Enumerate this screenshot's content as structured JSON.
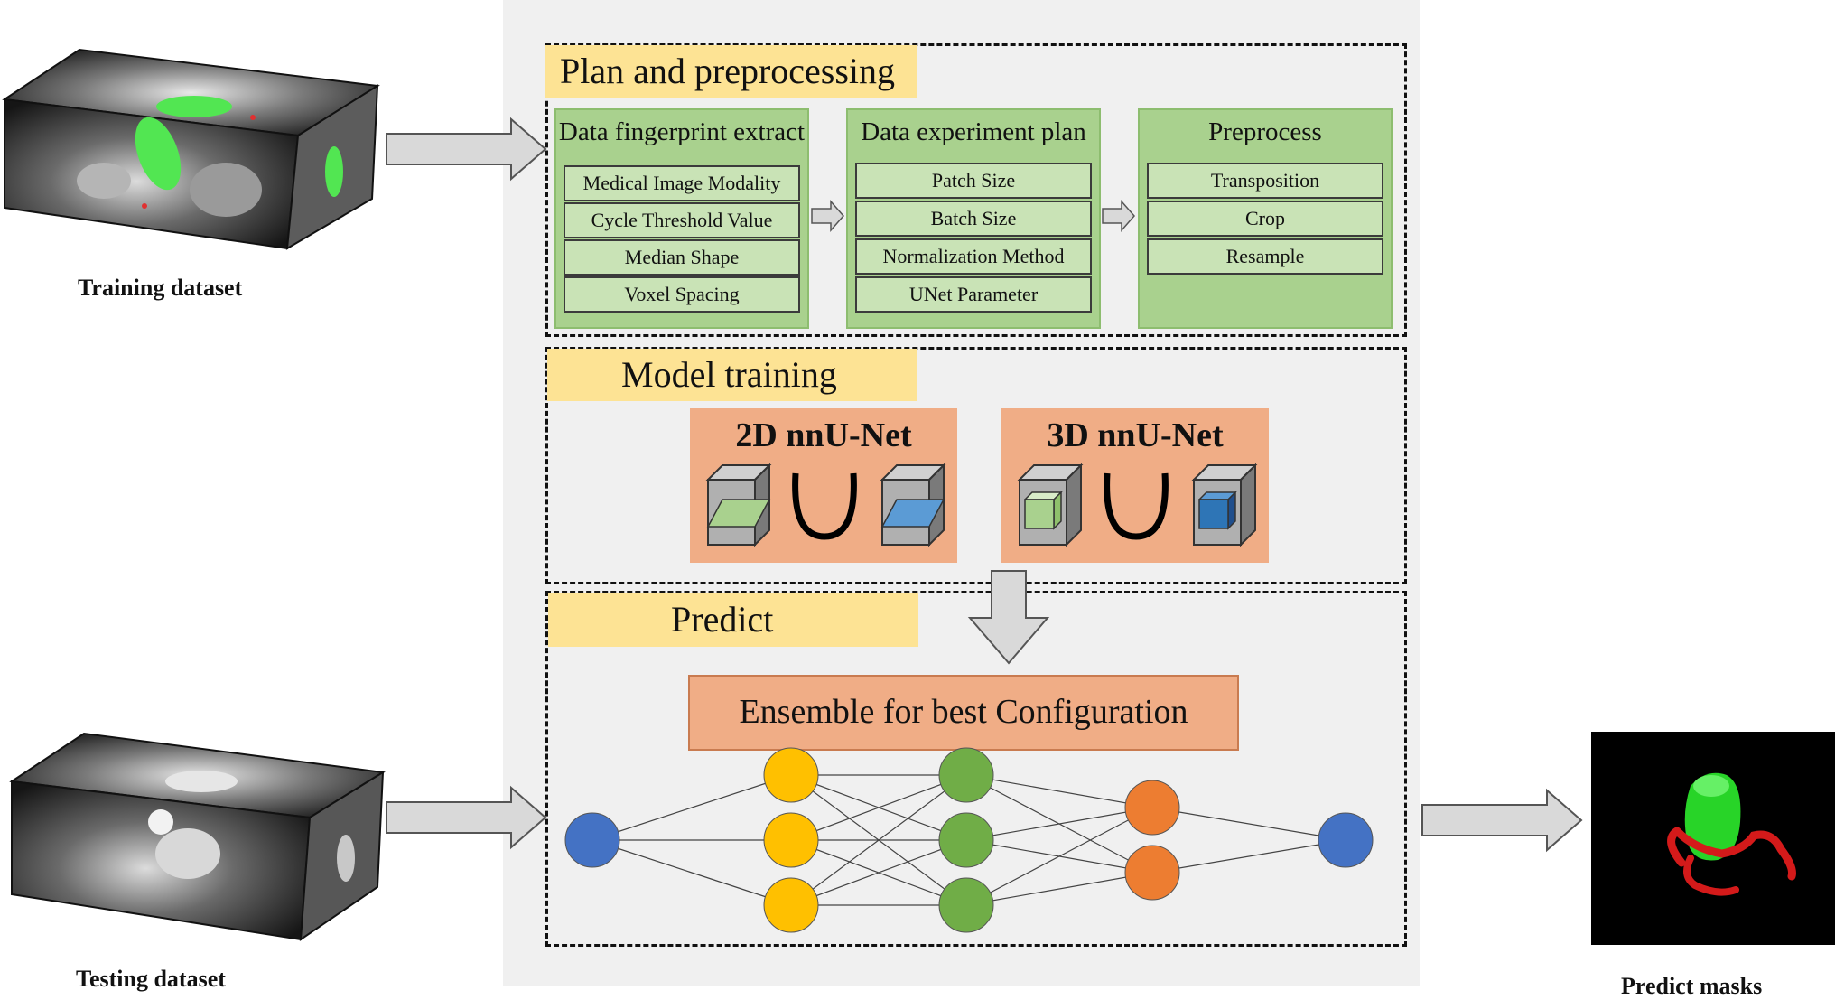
{
  "inputs": {
    "training_label": "Training dataset",
    "testing_label": "Testing dataset",
    "output_label": "Predict masks"
  },
  "plan": {
    "title": "Plan and preprocessing",
    "fingerprint": {
      "title": "Data fingerprint extract",
      "items": [
        "Medical Image Modality",
        "Cycle Threshold Value",
        "Median Shape",
        "Voxel Spacing"
      ]
    },
    "experiment": {
      "title": "Data experiment plan",
      "items": [
        "Patch Size",
        "Batch Size",
        "Normalization Method",
        "UNet Parameter"
      ]
    },
    "preprocess": {
      "title": "Preprocess",
      "items": [
        "Transposition",
        "Crop",
        "Resample"
      ]
    }
  },
  "training": {
    "title": "Model training",
    "net2d": "2D nnU-Net",
    "net3d": "3D nnU-Net"
  },
  "predict": {
    "title": "Predict",
    "ensemble": "Ensemble for best Configuration"
  },
  "network": {
    "layer_sizes": [
      1,
      3,
      3,
      2,
      1
    ],
    "layer_colors": [
      "#4472c4",
      "#ffc000",
      "#70ad47",
      "#ed7d31",
      "#4472c4"
    ]
  },
  "colors": {
    "section_title_bg": "#fde394",
    "green_box": "#a9d18e",
    "green_item": "#c9e3b6",
    "salmon": "#f0ad86",
    "arrow_fill": "#d9d9d9"
  }
}
